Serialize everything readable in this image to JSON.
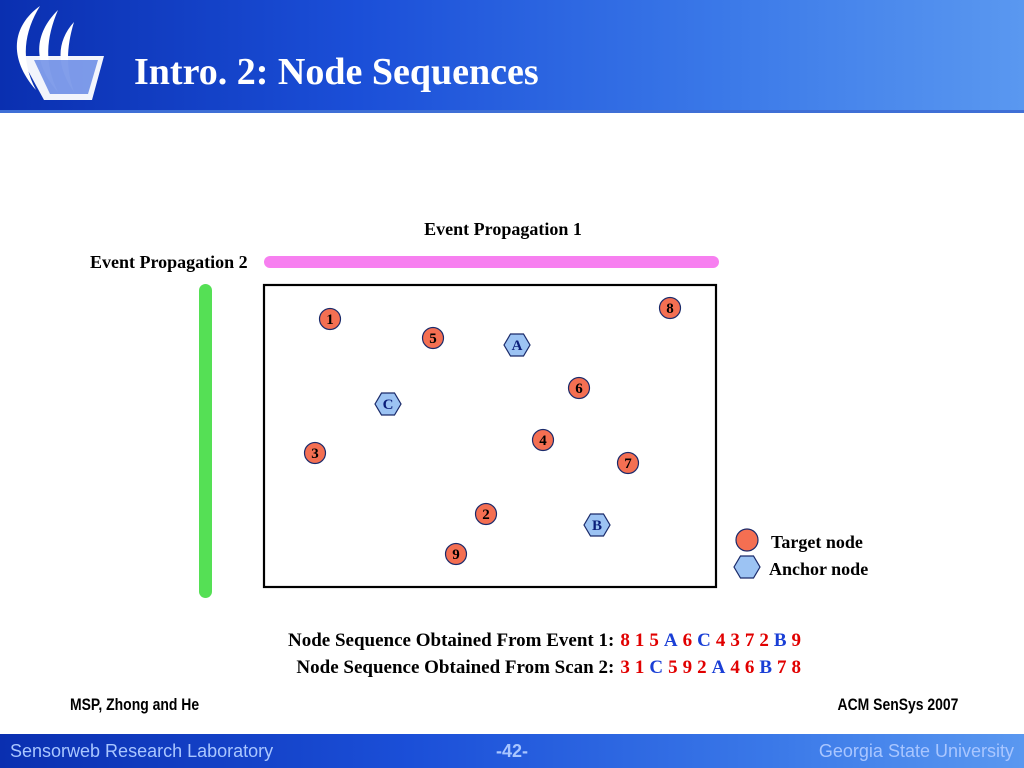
{
  "slide": {
    "title": "Intro. 2: Node Sequences"
  },
  "diagram": {
    "event1_label": "Event Propagation 1",
    "event2_label": "Event Propagation 2",
    "colors": {
      "event1_bar": "#f77ff0",
      "event2_bar": "#55e055",
      "target_fill": "#f46f52",
      "anchor_fill": "#9cc3f3",
      "node_stroke": "#1a2a6a",
      "sequence_target": "#e10000",
      "sequence_anchor": "#1a3fd6"
    },
    "nodes": [
      {
        "id": "1",
        "type": "target"
      },
      {
        "id": "5",
        "type": "target"
      },
      {
        "id": "A",
        "type": "anchor"
      },
      {
        "id": "8",
        "type": "target"
      },
      {
        "id": "6",
        "type": "target"
      },
      {
        "id": "C",
        "type": "anchor"
      },
      {
        "id": "4",
        "type": "target"
      },
      {
        "id": "3",
        "type": "target"
      },
      {
        "id": "7",
        "type": "target"
      },
      {
        "id": "2",
        "type": "target"
      },
      {
        "id": "B",
        "type": "anchor"
      },
      {
        "id": "9",
        "type": "target"
      }
    ],
    "legend": {
      "target_label": "Target node",
      "anchor_label": "Anchor node"
    }
  },
  "sequences": {
    "event1": {
      "label": "Node Sequence Obtained From Event 1:",
      "tokens": [
        "8",
        "1",
        "5",
        "A",
        "6",
        "C",
        "4",
        "3",
        "7",
        "2",
        "B",
        "9"
      ]
    },
    "scan2": {
      "label": "Node Sequence Obtained From Scan 2:",
      "tokens": [
        "3",
        "1",
        "C",
        "5",
        "9",
        "2",
        "A",
        "4",
        "6",
        "B",
        "7",
        "8"
      ]
    }
  },
  "footer": {
    "left": "MSP, Zhong and He",
    "right": "ACM SenSys 2007",
    "lab": "Sensorweb Research Laboratory",
    "page": "-42-",
    "university": "Georgia State University"
  }
}
